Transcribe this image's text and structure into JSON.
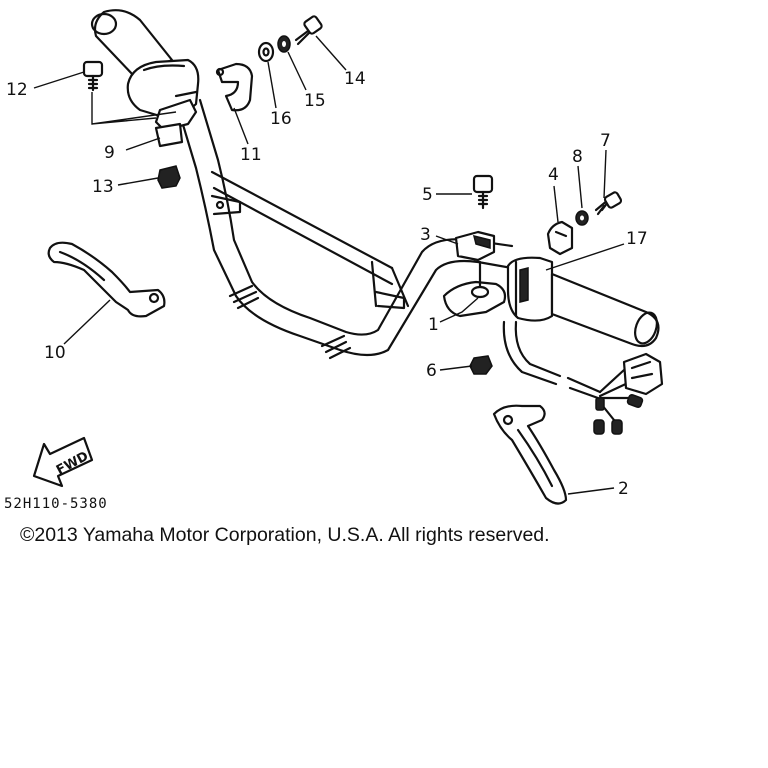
{
  "diagram": {
    "callouts": [
      {
        "id": "1",
        "text": "1"
      },
      {
        "id": "2",
        "text": "2"
      },
      {
        "id": "3",
        "text": "3"
      },
      {
        "id": "4",
        "text": "4"
      },
      {
        "id": "5",
        "text": "5"
      },
      {
        "id": "6",
        "text": "6"
      },
      {
        "id": "7",
        "text": "7"
      },
      {
        "id": "8",
        "text": "8"
      },
      {
        "id": "9",
        "text": "9"
      },
      {
        "id": "10",
        "text": "10"
      },
      {
        "id": "11",
        "text": "11"
      },
      {
        "id": "12",
        "text": "12"
      },
      {
        "id": "13",
        "text": "13"
      },
      {
        "id": "14",
        "text": "14"
      },
      {
        "id": "15",
        "text": "15"
      },
      {
        "id": "16",
        "text": "16"
      },
      {
        "id": "17",
        "text": "17"
      }
    ],
    "direction_arrow_text": "FWD",
    "diagram_code": "52H110-5380",
    "copyright": "©2013 Yamaha Motor Corporation, U.S.A. All rights reserved."
  }
}
